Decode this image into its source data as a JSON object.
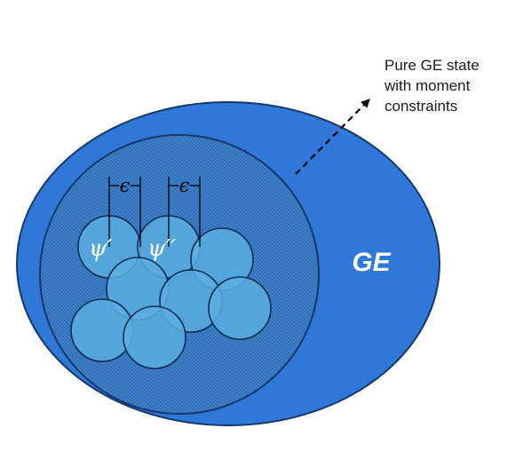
{
  "labels": {
    "ge": "GE",
    "psi_prime": "ψ′",
    "psi_double_prime": "ψ′′",
    "epsilon_left": "ϵ",
    "epsilon_right": "ϵ"
  },
  "callout": {
    "lines": [
      "Pure GE state",
      "with moment",
      "constraints"
    ]
  },
  "colors": {
    "outer_ellipse": "#2f78d8",
    "outer_stroke": "#16386b",
    "inner_disc": "#3d80c9",
    "small_disc": "#5aaee0",
    "ge_text": "#ffffff",
    "callout_text": "#1a1a1a"
  }
}
